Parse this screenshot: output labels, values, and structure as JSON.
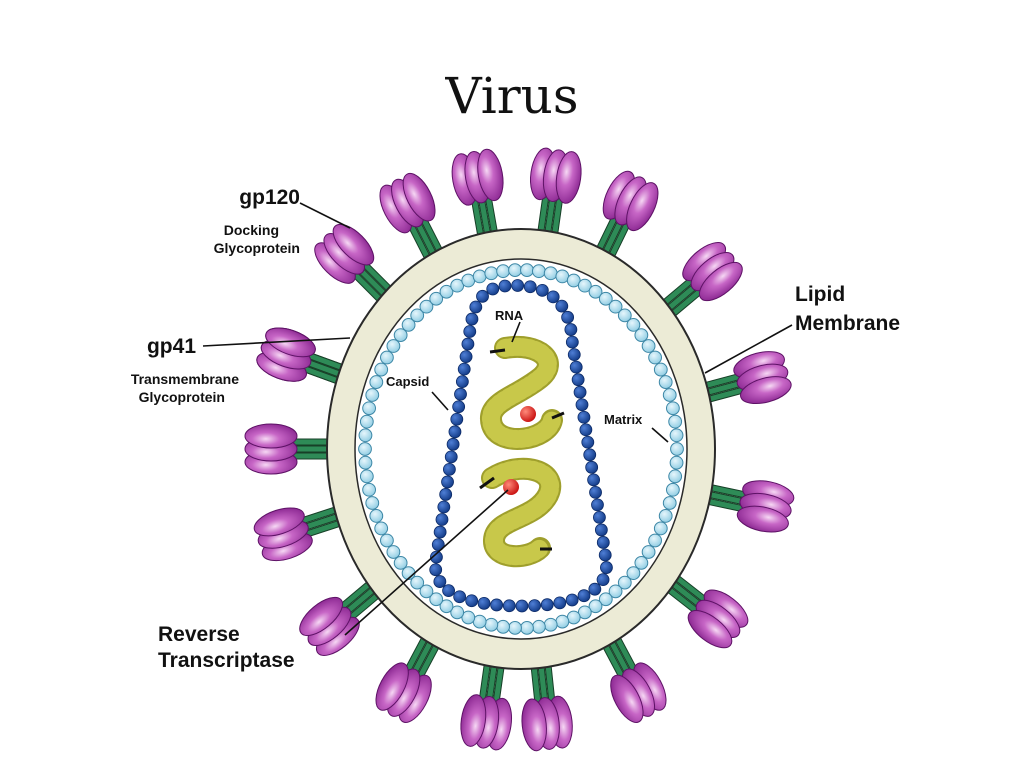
{
  "slide": {
    "title": "Virus"
  },
  "labels": {
    "gp120": {
      "name": "gp120",
      "line1": "Docking",
      "line2": "Glycoprotein"
    },
    "gp41": {
      "name": "gp41",
      "line1": "Transmembrane",
      "line2": "Glycoprotein"
    },
    "lipid_membrane": {
      "line1": "Lipid",
      "line2": "Membrane"
    },
    "capsid": "Capsid",
    "rna": "RNA",
    "matrix": "Matrix",
    "reverse_transcriptase": {
      "line1": "Reverse",
      "line2": "Transcriptase"
    }
  },
  "colors": {
    "spike_purple": "#9c2fa0",
    "spike_highlight": "#f2c8ef",
    "stalk_green": "#2e8b57",
    "membrane_fill": "#ecebd6",
    "matrix_bead": "#a9d9ec",
    "capsid_bead": "#1f4fa8",
    "rna_olive": "#a8a832",
    "enzyme_red": "#e02020"
  }
}
